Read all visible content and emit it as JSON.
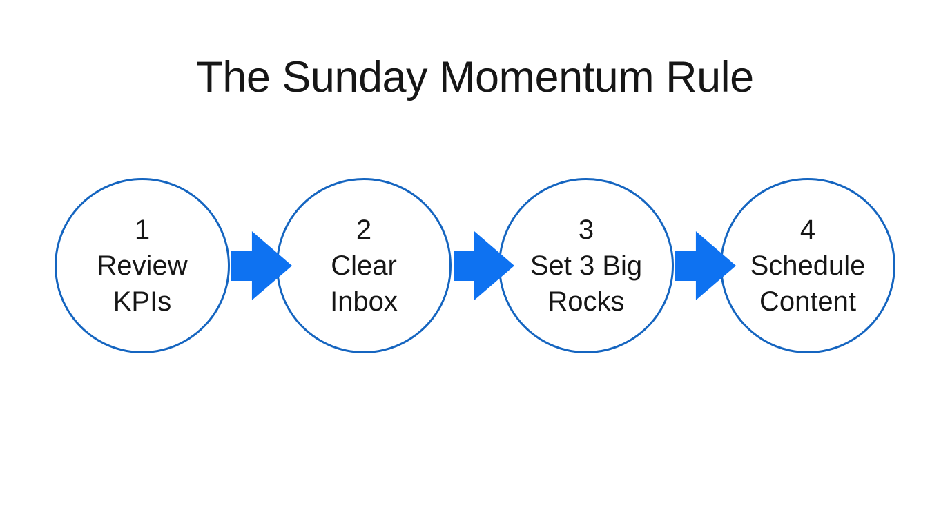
{
  "title": "The Sunday Momentum Rule",
  "colors": {
    "background": "#ffffff",
    "text": "#161616",
    "circle-border": "#1565c0",
    "arrow-fill": "#0e72f1"
  },
  "steps": [
    {
      "number": "1",
      "line1": "Review",
      "line2": "KPIs"
    },
    {
      "number": "2",
      "line1": "Clear",
      "line2": "Inbox"
    },
    {
      "number": "3",
      "line1": "Set 3 Big",
      "line2": "Rocks"
    },
    {
      "number": "4",
      "line1": "Schedule",
      "line2": "Content"
    }
  ]
}
